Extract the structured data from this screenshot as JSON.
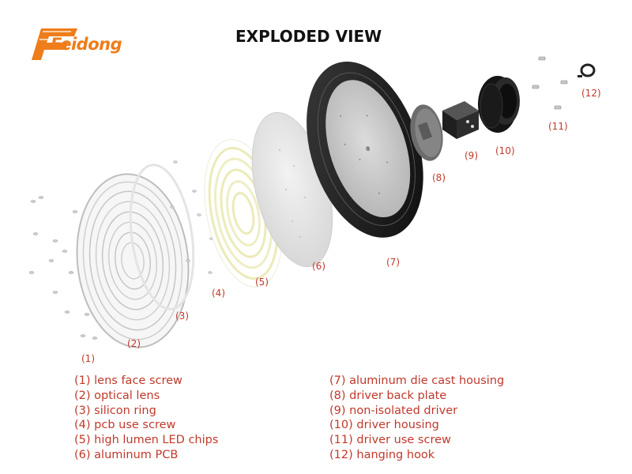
{
  "brand": {
    "name": "Feidong",
    "color": "#ee7d1a"
  },
  "title": "EXPLODED VIEW",
  "label_color": "#c0392b",
  "parts": [
    {
      "num": "(1)",
      "label": "lens face screw"
    },
    {
      "num": "(2)",
      "label": "optical lens"
    },
    {
      "num": "(3)",
      "label": "silicon ring"
    },
    {
      "num": "(4)",
      "label": "pcb use screw"
    },
    {
      "num": "(5)",
      "label": "high lumen LED chips"
    },
    {
      "num": "(6)",
      "label": "aluminum PCB"
    },
    {
      "num": "(7)",
      "label": "aluminum die cast housing"
    },
    {
      "num": "(8)",
      "label": "driver back plate"
    },
    {
      "num": "(9)",
      "label": "non-isolated driver"
    },
    {
      "num": "(10)",
      "label": "driver housing"
    },
    {
      "num": "(11)",
      "label": "driver use screw"
    },
    {
      "num": "(12)",
      "label": "hanging hook"
    }
  ],
  "legend_lines": [
    "(1) lens face screw",
    "(2) optical lens",
    "(3) silicon ring",
    "(4) pcb use screw",
    "(5) high lumen LED chips",
    "(6) aluminum PCB",
    "(7) aluminum die cast housing",
    "(8) driver back plate",
    "(9) non-isolated driver",
    "(10) driver housing",
    "(11) driver use screw",
    "(12) hanging hook"
  ]
}
